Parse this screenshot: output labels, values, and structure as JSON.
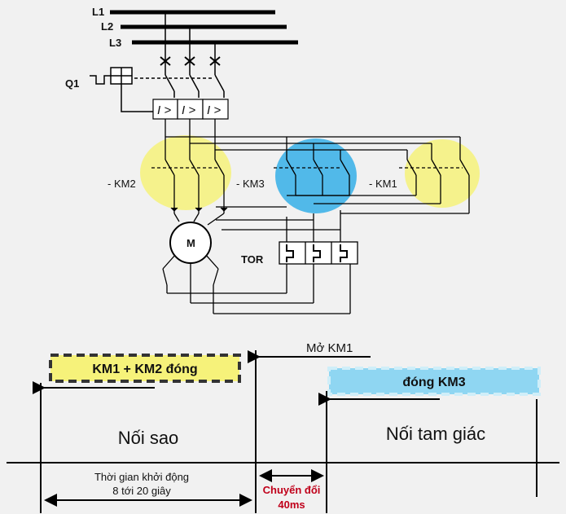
{
  "phases": [
    "L1",
    "L2",
    "L3"
  ],
  "breaker_label": "Q1",
  "overcurrent_symbol": "I >",
  "contactors": {
    "km2": "- KM2",
    "km3": "- KM3",
    "km1": "- KM1"
  },
  "motor_label": "M",
  "overload_label": "TOR",
  "timeline": {
    "star_close_box": "KM1 + KM2 đóng",
    "open_km1": "Mở KM1",
    "delta_close_box": "đóng KM3",
    "star_phase": "Nối sao",
    "delta_phase": "Nối tam giác",
    "start_time_line1": "Thời gian khởi động",
    "start_time_line2": "8 tới 20 giây",
    "switch_line1": "Chuyển đổi",
    "switch_line2": "40ms"
  },
  "colors": {
    "yellow_highlight": "#f6f27a",
    "blue_highlight": "#3fb3e8",
    "switch_red": "#c0001a"
  }
}
